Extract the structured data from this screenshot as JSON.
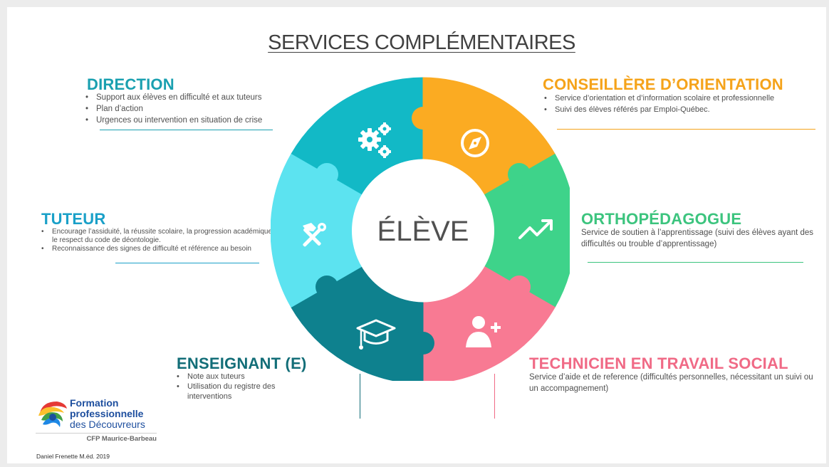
{
  "title": "SERVICES COMPLÉMENTAIRES",
  "center_label": "ÉLÈVE",
  "colors": {
    "direction": "#12b9c6",
    "conseillere": "#fbab22",
    "orthopedagogue": "#3ed38a",
    "technicien": "#f87a93",
    "enseignant": "#0e818e",
    "tuteur": "#5ce3f0"
  },
  "sections": {
    "direction": {
      "heading": "DIRECTION",
      "icon": "gears-icon",
      "items": [
        "Support aux élèves en difficulté et aux tuteurs",
        "Plan d’action",
        "Urgences ou intervention en situation de crise"
      ]
    },
    "conseillere": {
      "heading": "CONSEILLÈRE D’ORIENTATION",
      "icon": "compass-icon",
      "items": [
        "Service d’orientation et d’information scolaire et professionnelle",
        "Suivi des élèves référés par Emploi-Québec."
      ]
    },
    "tuteur": {
      "heading": "TUTEUR",
      "icon": "tools-icon",
      "items": [
        "Encourage l’assiduité, la réussite scolaire, la progression académique et le respect du code de déontologie.",
        "Reconnaissance des signes de difficulté et référence au besoin"
      ]
    },
    "orthopedagogue": {
      "heading": "ORTHOPÉDAGOGUE",
      "icon": "trend-up-icon",
      "text": "Service de soutien à l’apprentissage (suivi des élèves ayant des difficultés ou trouble d’apprentissage)"
    },
    "enseignant": {
      "heading": "ENSEIGNANT (E)",
      "icon": "graduation-cap-icon",
      "items": [
        "Note aux tuteurs",
        "Utilisation du registre des interventions"
      ]
    },
    "technicien": {
      "heading": "TECHNICIEN EN TRAVAIL SOCIAL",
      "icon": "add-user-icon",
      "text": "Service d’aide et de reference (difficultés personnelles, nécessitant un suivi ou un accompagnement)"
    }
  },
  "logo": {
    "line1": "Formation",
    "line2": "professionnelle",
    "line3": "des Découvreurs",
    "sub": "CFP Maurice-Barbeau"
  },
  "credit": "Daniel Frenette M.éd. 2019"
}
